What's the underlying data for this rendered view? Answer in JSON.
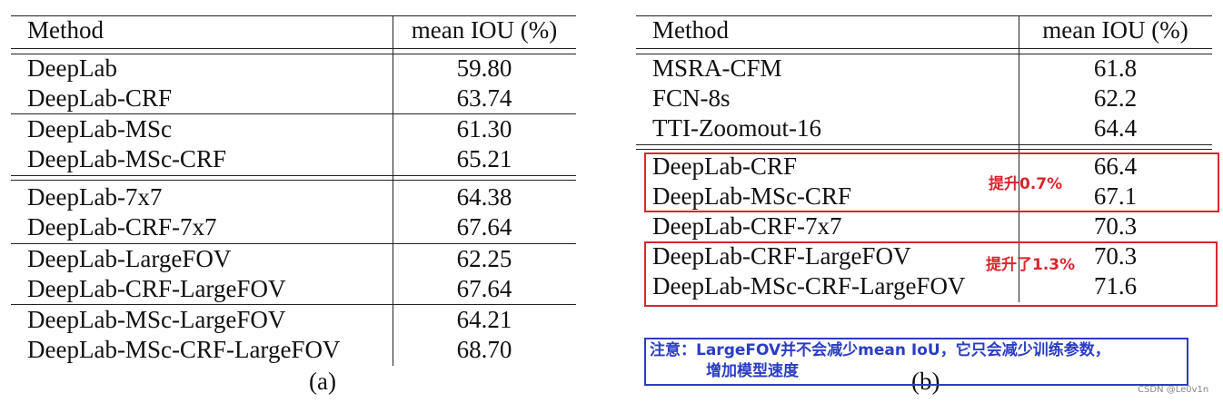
{
  "table_a": {
    "header": {
      "method": "Method",
      "metric": "mean IOU (%)"
    },
    "groups": [
      [
        {
          "method": "DeepLab",
          "value": "59.80"
        },
        {
          "method": "DeepLab-CRF",
          "value": "63.74"
        }
      ],
      [
        {
          "method": "DeepLab-MSc",
          "value": "61.30"
        },
        {
          "method": "DeepLab-MSc-CRF",
          "value": "65.21"
        }
      ],
      [
        {
          "method": "DeepLab-7x7",
          "value": "64.38"
        },
        {
          "method": "DeepLab-CRF-7x7",
          "value": "67.64"
        }
      ],
      [
        {
          "method": "DeepLab-LargeFOV",
          "value": "62.25"
        },
        {
          "method": "DeepLab-CRF-LargeFOV",
          "value": "67.64"
        }
      ],
      [
        {
          "method": "DeepLab-MSc-LargeFOV",
          "value": "64.21"
        },
        {
          "method": "DeepLab-MSc-CRF-LargeFOV",
          "value": "68.70"
        }
      ]
    ],
    "caption": "(a)"
  },
  "table_b": {
    "header": {
      "method": "Method",
      "metric": "mean IOU (%)"
    },
    "groups": [
      [
        {
          "method": "MSRA-CFM",
          "value": "61.8"
        },
        {
          "method": "FCN-8s",
          "value": "62.2"
        },
        {
          "method": "TTI-Zoomout-16",
          "value": "64.4"
        }
      ],
      [
        {
          "method": "DeepLab-CRF",
          "value": "66.4"
        },
        {
          "method": "DeepLab-MSc-CRF",
          "value": "67.1"
        },
        {
          "method": "DeepLab-CRF-7x7",
          "value": "70.3"
        },
        {
          "method": "DeepLab-CRF-LargeFOV",
          "value": "70.3"
        },
        {
          "method": "DeepLab-MSc-CRF-LargeFOV",
          "value": "71.6"
        }
      ]
    ],
    "caption": "(b)"
  },
  "annotations": {
    "box1_label": "提升0.7%",
    "box2_label": "提升了1.3%",
    "note_line1": "注意：LargeFOV并不会减少mean IoU，它只会减少训练参数，",
    "note_line2": "增加模型速度",
    "colors": {
      "red": "#d8262e",
      "blue": "#2b3cc4"
    }
  },
  "watermark": "CSDN @Le0v1n"
}
